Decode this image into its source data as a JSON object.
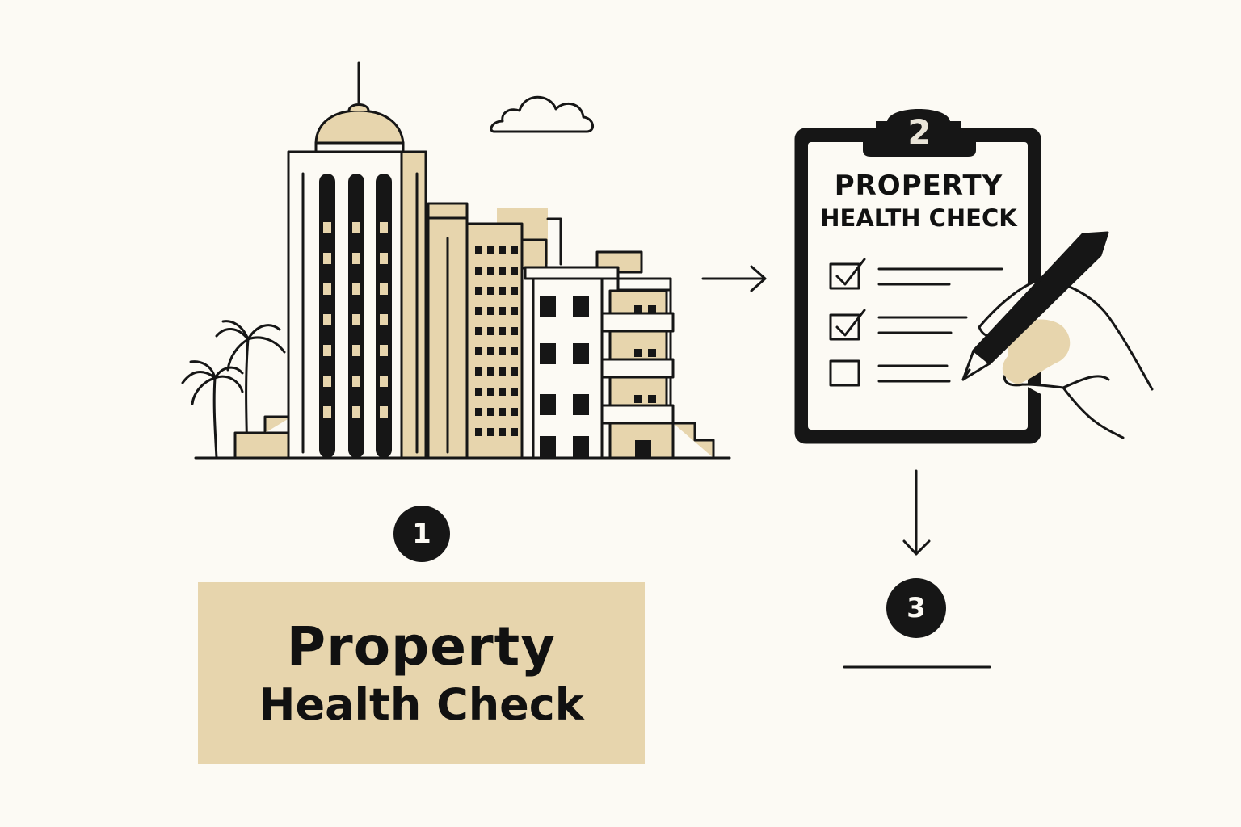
{
  "step1": {
    "number": "1",
    "title_line_1": "Property",
    "title_line_2": "Health Check"
  },
  "step2": {
    "number": "2",
    "title_line_1": "PROPERTY",
    "title_line_2": "HEALTH CHECK"
  },
  "step3": {
    "number": "3"
  },
  "checklist": {
    "items": [
      {
        "checked": true
      },
      {
        "checked": true
      },
      {
        "checked": false
      }
    ]
  },
  "icons": [
    "cloud-icon",
    "palm-tree-icon",
    "buildings-icon",
    "clipboard-icon",
    "pen-icon",
    "hand-icon",
    "arrow-right-icon",
    "arrow-down-icon"
  ],
  "colors": {
    "background": "#fcfaf4",
    "accent": "#e7d5ad",
    "ink": "#161616"
  }
}
